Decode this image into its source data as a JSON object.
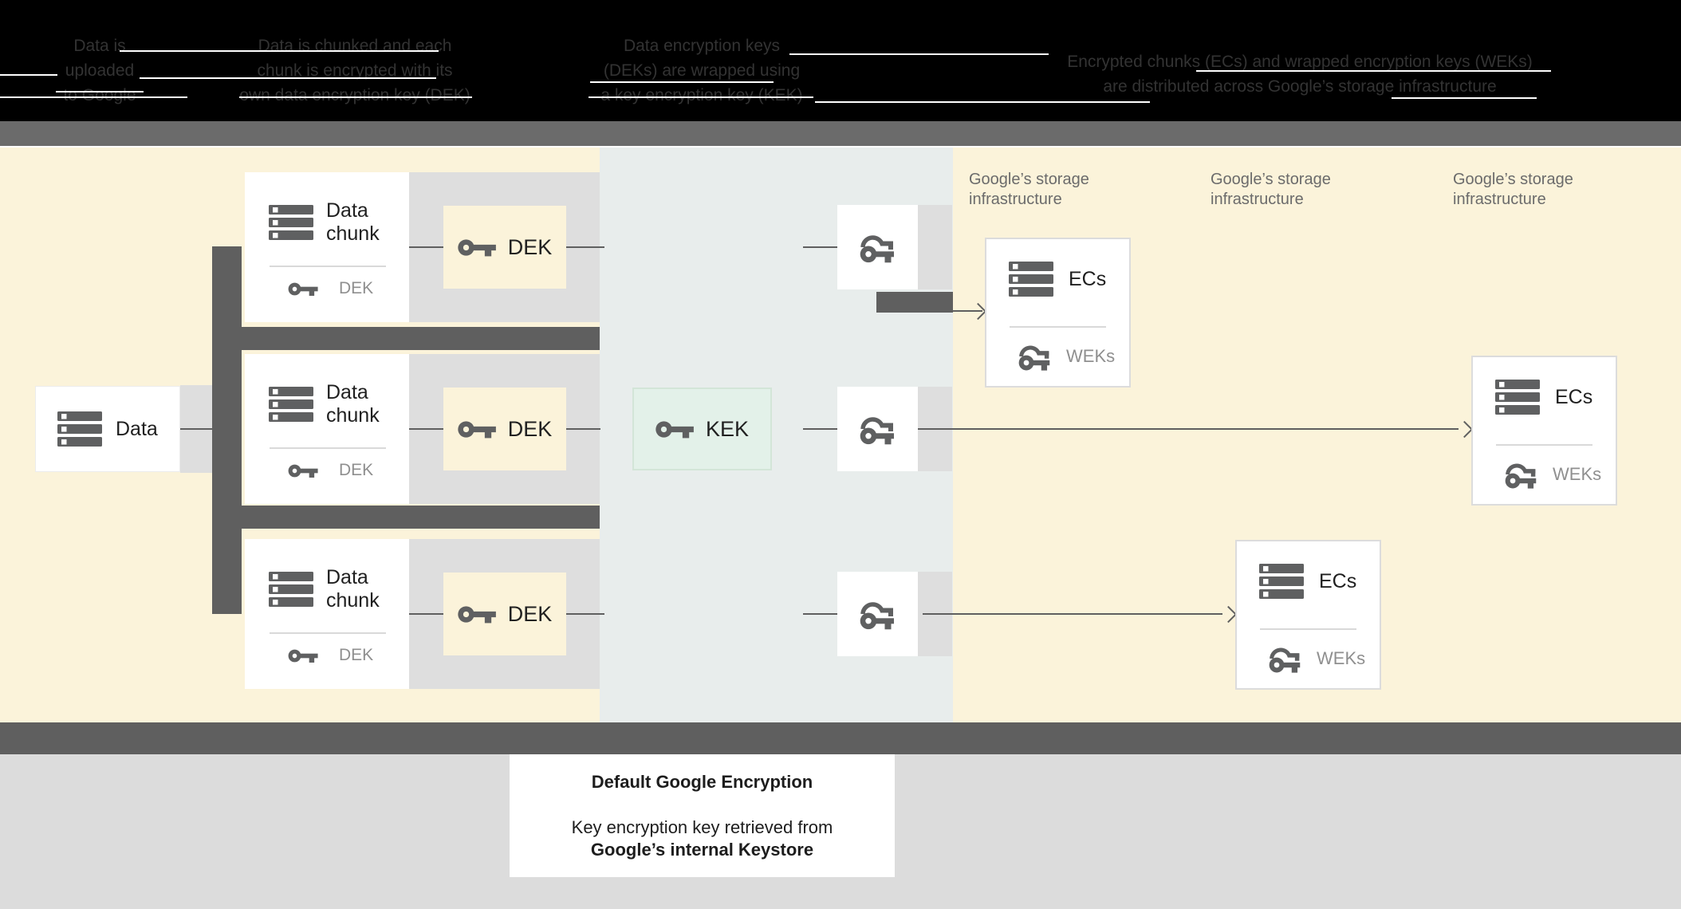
{
  "header": {
    "steps": [
      {
        "line1": "Data is",
        "line2": "uploaded",
        "line3": "to Google"
      },
      {
        "line1": "Data is chunked and each",
        "line2": "chunk is encrypted with its",
        "line3": "own data encryption key (DEK)"
      },
      {
        "line1": "Data encryption keys",
        "line2": "(DEKs) are wrapped using",
        "line3": "a key encryption key (KEK)"
      },
      {
        "line1": "Encrypted chunks (ECs) and wrapped encryption keys (WEKs)",
        "line2": "are distributed across Google’s storage infrastructure"
      }
    ]
  },
  "diagram": {
    "data_box": {
      "label": "Data"
    },
    "chunk_rows": [
      {
        "title_line1": "Data",
        "title_line2": "chunk",
        "inner_key_label": "DEK",
        "dek_label": "DEK"
      },
      {
        "title_line1": "Data",
        "title_line2": "chunk",
        "inner_key_label": "DEK",
        "dek_label": "DEK"
      },
      {
        "title_line1": "Data",
        "title_line2": "chunk",
        "inner_key_label": "DEK",
        "dek_label": "DEK"
      }
    ],
    "kek": {
      "label": "KEK"
    },
    "storage_labels": [
      {
        "line1": "Google’s storage",
        "line2": "infrastructure"
      },
      {
        "line1": "Google’s storage",
        "line2": "infrastructure"
      },
      {
        "line1": "Google’s storage",
        "line2": "infrastructure"
      }
    ],
    "ecs_boxes": [
      {
        "title": "ECs",
        "key_label": "WEKs"
      },
      {
        "title": "ECs",
        "key_label": "WEKs"
      },
      {
        "title": "ECs",
        "key_label": "WEKs"
      }
    ]
  },
  "caption": {
    "title": "Default Google Encryption",
    "body_line1": "Key encryption key retrieved from",
    "body_line2": "Google’s internal Keystore"
  },
  "colors": {
    "yellow": "#FBF3DA",
    "band": "#E8EDEC",
    "dark_gray": "#5F5F5F",
    "top_gray": "#6B6B6B",
    "light_gray": "#DEDEDE",
    "kek_fill": "#E3F1E9",
    "kek_border": "#D3E5D8",
    "footer_gray": "#DCDCDC",
    "icon": "#5F6061"
  }
}
